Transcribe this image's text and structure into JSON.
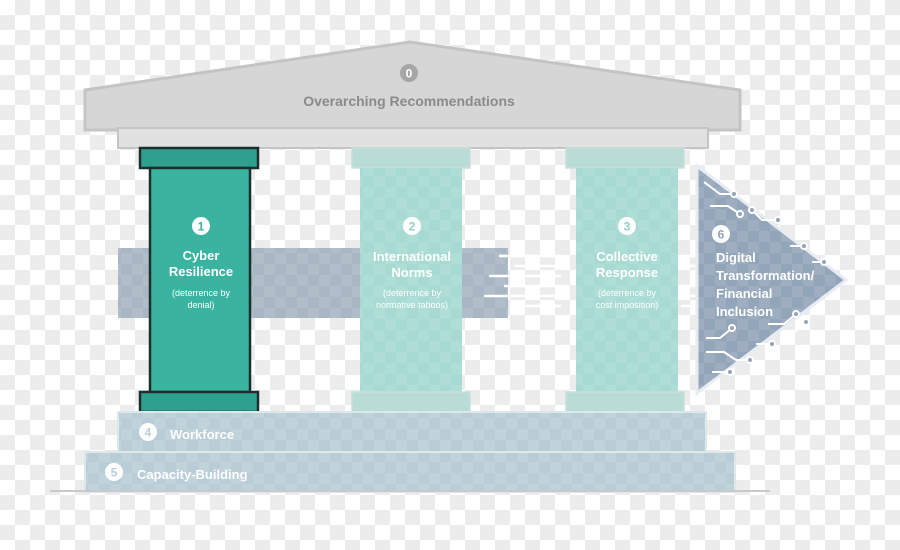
{
  "roof": {
    "number": "0",
    "label": "Overarching Recommendations"
  },
  "pillars": [
    {
      "number": "1",
      "title_lines": [
        "Cyber",
        "Resilience"
      ],
      "sub_lines": [
        "(deterrence by",
        "denial)"
      ]
    },
    {
      "number": "2",
      "title_lines": [
        "International",
        "Norms"
      ],
      "sub_lines": [
        "(deterrence by",
        "normative taboos)"
      ]
    },
    {
      "number": "3",
      "title_lines": [
        "Collective",
        "Response"
      ],
      "sub_lines": [
        "(deterrence by",
        "cost imposition)"
      ]
    }
  ],
  "arrow": {
    "number": "6",
    "label_lines": [
      "Digital",
      "Transformation/",
      "Financial",
      "Inclusion"
    ]
  },
  "steps": [
    {
      "number": "4",
      "label": "Workforce"
    },
    {
      "number": "5",
      "label": "Capacity-Building"
    }
  ],
  "colors": {
    "roof_fill": "#d6d6d6",
    "roof_stroke": "#c4c4c4",
    "roof_text": "#8a8a8a",
    "pillar_active": "#3ab3a1",
    "pillar_active_dark": "#1f7f72",
    "pillar_light": "#a6dad3",
    "pillar_lighter": "#b9dcd7",
    "band": "#a9b6c4",
    "arrow_fill": "#93a5b9",
    "step_fill": "#b9cdd6",
    "text_white": "#ffffff",
    "text_dark": "#14564f"
  }
}
